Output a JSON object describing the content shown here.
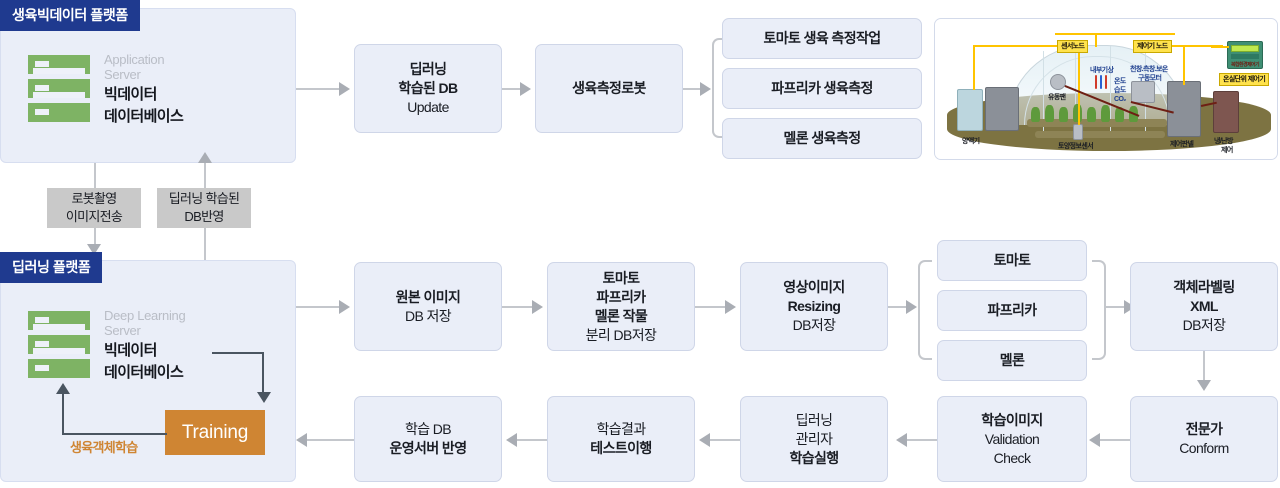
{
  "diagram": {
    "platforms": [
      {
        "id": "growth-bigdata-platform",
        "title": "생육빅데이터 플랫폼",
        "server_sub_line1": "Application",
        "server_sub_line2": "Server",
        "server_main_line1": "빅데이터",
        "server_main_line2": "데이터베이스"
      },
      {
        "id": "deeplearning-platform",
        "title": "딥러닝 플랫폼",
        "server_sub_line1": "Deep Learning",
        "server_sub_line2": "Server",
        "server_main_line1": "빅데이터",
        "server_main_line2": "데이터베이스",
        "training_label": "Training",
        "feedback_label": "생육객체학습"
      }
    ],
    "connector_chips": [
      {
        "id": "robot-capture",
        "line1": "로봇촬영",
        "line2": "이미지전송"
      },
      {
        "id": "deeplearning-db-apply",
        "line1": "딥러닝 학습된",
        "line2": "DB반영"
      }
    ],
    "row_top": [
      {
        "id": "dl-db-update",
        "lines": [
          "딥러닝",
          "학습된 DB",
          "Update"
        ],
        "weights": [
          "bold",
          "bold",
          "light"
        ]
      },
      {
        "id": "growth-measure-robot",
        "lines": [
          "생육측정로봇"
        ],
        "weights": [
          "bold"
        ]
      }
    ],
    "row_top_branch": [
      {
        "id": "tomato-growth-task",
        "lines": [
          "토마토 생육 측정작업"
        ],
        "weights": [
          "bold"
        ]
      },
      {
        "id": "paprika-growth-measure",
        "lines": [
          "파프리카 생육측정"
        ],
        "weights": [
          "bold"
        ]
      },
      {
        "id": "melon-growth-measure",
        "lines": [
          "멜론 생육측정"
        ],
        "weights": [
          "bold"
        ]
      }
    ],
    "row_mid": [
      {
        "id": "original-image-db",
        "lines": [
          "원본 이미지",
          "DB 저장"
        ],
        "weights": [
          "bold",
          "light"
        ]
      },
      {
        "id": "crop-split-db",
        "lines": [
          "토마토",
          "파프리카",
          "멜론 작물",
          "분리 DB저장"
        ],
        "weights": [
          "bold",
          "bold",
          "mixed",
          "light"
        ]
      },
      {
        "id": "image-resizing-db",
        "lines": [
          "영상이미지",
          "Resizing",
          "DB저장"
        ],
        "weights": [
          "bold",
          "bold",
          "light"
        ]
      },
      {
        "id": "object-labeling-xml",
        "lines": [
          "객체라벨링",
          "XML",
          "DB저장"
        ],
        "weights": [
          "bold",
          "bold",
          "light"
        ]
      }
    ],
    "row_mid_branch": [
      {
        "id": "tomato",
        "lines": [
          "토마토"
        ],
        "weights": [
          "bold"
        ]
      },
      {
        "id": "paprika",
        "lines": [
          "파프리카"
        ],
        "weights": [
          "bold"
        ]
      },
      {
        "id": "melon",
        "lines": [
          "멜론"
        ],
        "weights": [
          "bold"
        ]
      }
    ],
    "row_bottom": [
      {
        "id": "train-db-to-ops",
        "lines": [
          "학습 DB",
          "운영서버 반영"
        ],
        "weights": [
          "light",
          "bold"
        ]
      },
      {
        "id": "train-result-test",
        "lines": [
          "학습결과",
          "테스트이행"
        ],
        "weights": [
          "light",
          "bold"
        ]
      },
      {
        "id": "dl-admin-train-run",
        "lines": [
          "딥러닝",
          "관리자",
          "학습실행"
        ],
        "weights": [
          "light",
          "light",
          "bold"
        ]
      },
      {
        "id": "train-image-validation",
        "lines": [
          "학습이미지",
          "Validation",
          "Check"
        ],
        "weights": [
          "bold",
          "light",
          "light"
        ]
      },
      {
        "id": "expert-conform",
        "lines": [
          "전문가",
          "Conform"
        ],
        "weights": [
          "bold",
          "light"
        ]
      }
    ],
    "greenhouse": {
      "panel_name": "greenhouse-illustration",
      "labels": {
        "sensor_node": "센서노드",
        "controller_node": "제어기 노드",
        "greenhouse_unit_controller": "온실단위 제어기",
        "controller_device_caption": "복합환경제어기",
        "internal_weather": "내부기상",
        "roof_side_insulation": "천창.측창.보온",
        "drive_motor": "구동모터",
        "temperature": "온도",
        "humidity": "습도",
        "co2": "CO₂",
        "circulation_fan": "유동팬",
        "nutrient_supply": "양액기",
        "soil_info_sensor": "토양정보센서",
        "control_panel": "제어판넬",
        "cooling_heating_line1": "냉/난방",
        "cooling_heating_line2": "제어"
      }
    },
    "colors": {
      "platform_title_bg": "#1f3a8f",
      "panel_bg": "#eaeef8",
      "node_border": "#cfd6e8",
      "chip_bg": "#c9c9c9",
      "training_bg": "#cf8533",
      "server_green": "#7eb364",
      "connector_gray": "#c4c7cc",
      "connector_dark": "#4a5561",
      "tag_yellow": "#ffe24d"
    }
  }
}
